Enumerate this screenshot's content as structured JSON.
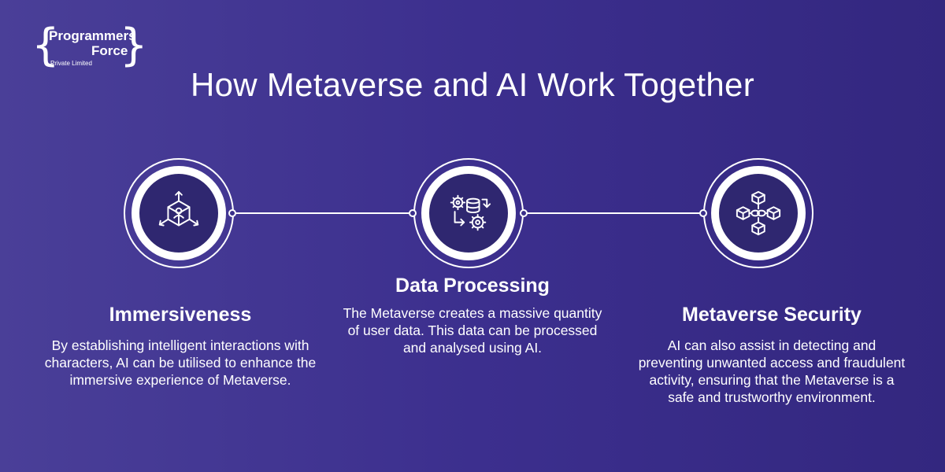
{
  "logo": {
    "line1": "Programmers",
    "line2": "Force",
    "line3": "Private Limited"
  },
  "title": "How Metaverse and AI Work Together",
  "items": [
    {
      "heading": "Immersiveness",
      "description": "By establishing intelligent interactions with characters, AI can be utilised to enhance the immersive experience of Metaverse.",
      "icon": "immersive-cube-icon"
    },
    {
      "heading": "Data Processing",
      "description": "The Metaverse creates a massive quantity of user data. This data can be processed and analysed using AI.",
      "icon": "data-gears-icon"
    },
    {
      "heading": "Metaverse Security",
      "description": "AI can also assist in detecting and preventing unwanted access and fraudulent activity, ensuring that the Metaverse is a safe and trustworthy environment.",
      "icon": "blockchain-cubes-icon"
    }
  ],
  "colors": {
    "background_start": "#4a3f98",
    "background_end": "#33277f",
    "node_core": "#2f2770",
    "text": "#ffffff"
  }
}
